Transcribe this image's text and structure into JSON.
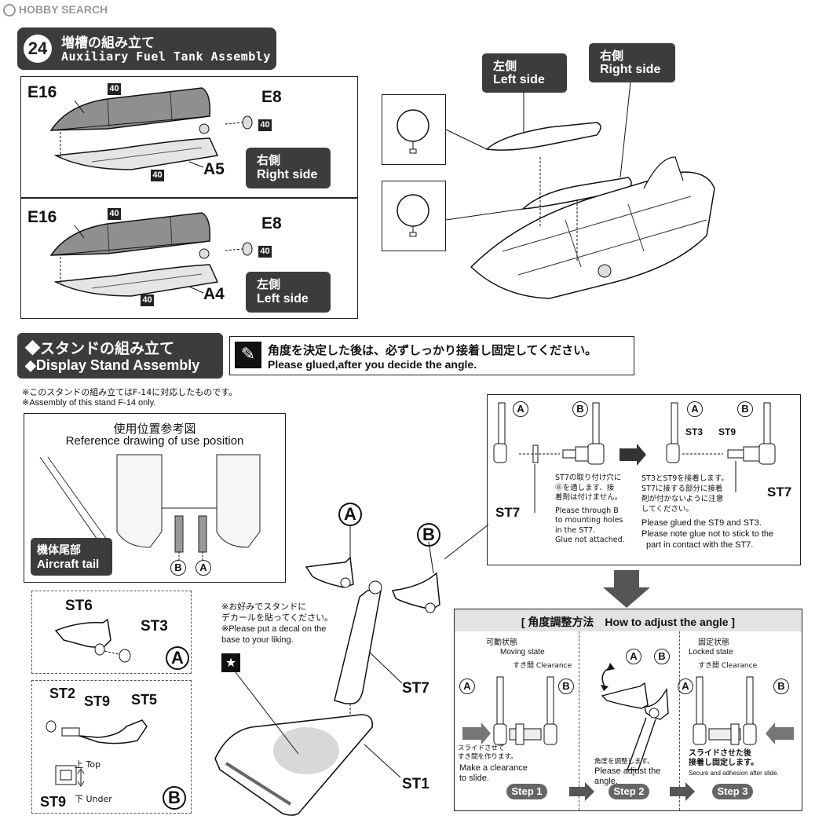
{
  "watermark": "HOBBY SEARCH",
  "section24": {
    "number": "24",
    "title_jp": "増槽の組み立て",
    "title_en": "Auxiliary Fuel Tank Assembly",
    "right_panel": {
      "part_tank": "E16",
      "part_cap": "E8",
      "part_half": "A5",
      "paint_code": "40",
      "side_jp": "右側",
      "side_en": "Right side"
    },
    "left_panel": {
      "part_tank": "E16",
      "part_cap": "E8",
      "part_half": "A4",
      "paint_code": "40",
      "side_jp": "左側",
      "side_en": "Left side"
    },
    "aircraft_labels": {
      "left_jp": "左側",
      "left_en": "Left side",
      "right_jp": "右側",
      "right_en": "Right side"
    }
  },
  "stand": {
    "title_jp": "◆スタンドの組み立て",
    "title_en": "◆Display Stand Assembly",
    "glue_note_jp": "角度を決定した後は、必ずしっかり接着し固定してください。",
    "glue_note_en": "Please glued,after you decide the angle.",
    "f14_note_jp": "※このスタンドの組み立てはF-14に対応したものです。",
    "f14_note_en": "※Assembly of this stand F-14 only.",
    "reference": {
      "title_jp": "使用位置参考図",
      "title_en": "Reference drawing of use position",
      "tail_jp": "機体尾部",
      "tail_en": "Aircraft tail",
      "b": "B",
      "a": "A"
    },
    "sub_a": {
      "st6": "ST6",
      "st3": "ST3",
      "mark": "A"
    },
    "sub_b": {
      "st2": "ST2",
      "st9": "ST9",
      "st5": "ST5",
      "top": "上 Top",
      "under": "下 Under",
      "st9b": "ST9",
      "mark": "B"
    },
    "decal_note": {
      "jp1": "※お好みでスタンドに",
      "jp2": "デカールを貼ってください。",
      "en1": "※Please put a decal on the",
      "en2": "base to your liking."
    },
    "main": {
      "a": "A",
      "b": "B",
      "st7": "ST7",
      "st1": "ST1"
    },
    "detail": {
      "a1": "A",
      "b1": "B",
      "a2": "A",
      "b2": "B",
      "st3": "ST3",
      "st9": "ST9",
      "st7_left": "ST7",
      "st7_right": "ST7",
      "left_jp": [
        "ST7の取り付け穴に",
        "Ⓑを通します、接",
        "着剤は付けません。"
      ],
      "left_en": [
        "Please through B",
        "to mounting holes",
        "in the ST7.",
        "Glue not attached."
      ],
      "right_jp": [
        "ST3とST9を接着します。",
        "ST7に接する部分に接着",
        "剤が付かないように注意",
        "してください。"
      ],
      "right_en": [
        "Please glued the ST9 and ST3.",
        "Please note glue not to stick to the",
        "part in contact with the ST7."
      ]
    },
    "angle": {
      "title": "[ 角度調整方法　How to adjust the angle ]",
      "step1": {
        "state_jp": "可動状態",
        "state_en": "Moving state",
        "gap": "すき間 Clearance",
        "a": "A",
        "b": "B",
        "note_jp": [
          "スライドさせて",
          "すき間を作ります。"
        ],
        "note_en": [
          "Make a clearance",
          "to slide."
        ],
        "btn": "Step 1"
      },
      "step2": {
        "a": "A",
        "b": "B",
        "note_jp": "角度を調整します。",
        "note_en": [
          "Please adjust the",
          "angle."
        ],
        "btn": "Step 2"
      },
      "step3": {
        "state_jp": "固定状態",
        "state_en": "Locked state",
        "gap": "すき間 Clearance",
        "a": "A",
        "b": "B",
        "note_jp": [
          "スライドさせた後",
          "接着し固定します。"
        ],
        "note_en": "Secure and adhesion after slide.",
        "btn": "Step 3"
      }
    }
  }
}
